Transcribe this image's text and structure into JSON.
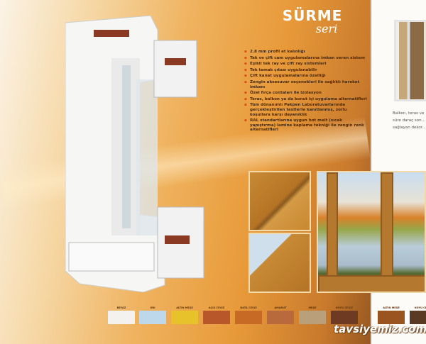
{
  "title": {
    "main": "SÜRME",
    "sub": "seri"
  },
  "features": [
    "2.8 mm profil et kalınlığı",
    "Tek ve çift cam uygulamalarına imkan veren sistem",
    "Eşikli tek ray ve çift ray sistemleri",
    "Tek temak çıtası uygulanabilir",
    "Çift kanat uygulamalarına özelliği",
    "Zengin aksesuvar seçenekleri ile sağlıklı hareket imkanı",
    "Özel fırça contaları ile izolasyon",
    "Teras, balkon ya da konut içi uygulama alternatifleri",
    "Tüm dönanımlı Pakpen Laboratuvarlarında gerçekleştirilen testlerle kanıtlanmış, zorlu koşullara karşı dayanıklık",
    "RAL standartlarına uygun hot melt (sıcak yapıştırma) laminе kaplama tekniği ile zengin renk alternatifleri"
  ],
  "right_text": [
    "Balkon, teras ve",
    "süre daraç son...",
    "sağlayan dekor..."
  ],
  "swatches": [
    {
      "label": "BEYAZ",
      "color": "#f4f2ee"
    },
    {
      "label": "GRİ",
      "color": "#bcd8ea"
    },
    {
      "label": "ALTIN MEŞE",
      "color": "#e8c22a"
    },
    {
      "label": "AÇIK CEVİZ",
      "color": "#b8582a"
    },
    {
      "label": "NATA CEVİZ",
      "color": "#c66a25"
    },
    {
      "label": "AMARUT",
      "color": "#b96a3c"
    },
    {
      "label": "MEŞE",
      "color": "#b9a07a"
    },
    {
      "label": "KOYU CEVİZ",
      "color": "#6e3a22"
    },
    {
      "label": "ALTIN MEŞE",
      "color": "#9a5420"
    },
    {
      "label": "KOYU CEVİZ",
      "color": "#5a3a22"
    }
  ],
  "watermark": "tavsiyemiz.com"
}
